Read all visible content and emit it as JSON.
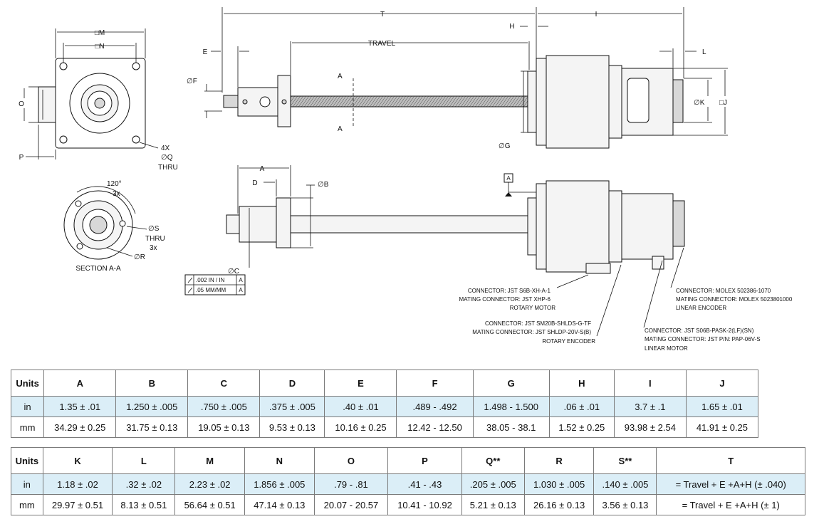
{
  "drawing": {
    "front_view": {
      "m": "□M",
      "n": "□N",
      "o": "O",
      "p": "P",
      "hole_note": [
        "4X",
        "∅Q",
        "THRU"
      ]
    },
    "section": {
      "angle": "120°",
      "count": "3x",
      "s": "∅S",
      "thru": "THRU",
      "count2": "3x",
      "r": "∅R",
      "caption": "SECTION A-A"
    },
    "side_view": {
      "t": "T",
      "i": "I",
      "h": "H",
      "e": "E",
      "l": "L",
      "travel": "TRAVEL",
      "f": "∅F",
      "g": "∅G",
      "k": "∅K",
      "j": "□J",
      "a_top": "A",
      "a_bottom": "A"
    },
    "bottom_view": {
      "a": "A",
      "d": "D",
      "b": "∅B",
      "c": "∅C",
      "datum": "A"
    },
    "tolerance": [
      {
        "value": ".002 IN / IN",
        "ref": "A"
      },
      {
        "value": ".05 MM/MM",
        "ref": "A"
      }
    ],
    "connectors": [
      {
        "lines": [
          "CONNECTOR: JST S6B-XH-A-1",
          "MATING CONNECTOR: JST XHP-6",
          "ROTARY MOTOR"
        ]
      },
      {
        "lines": [
          "CONNECTOR: JST SM20B-SHLDS-G-TF",
          "MATING CONNECTOR: JST SHLDP-20V-S(B)",
          "ROTARY ENCODER"
        ]
      },
      {
        "lines": [
          "CONNECTOR:  MOLEX 502386-1070",
          "MATING CONNECTOR: MOLEX 5023801000",
          "LINEAR ENCODER"
        ]
      },
      {
        "lines": [
          "CONNECTOR: JST S06B-PASK-2(LF)(SN)",
          "MATING CONNECTOR: JST P/N: PAP-06V-S",
          "LINEAR MOTOR"
        ]
      }
    ]
  },
  "table1": {
    "headers": [
      "Units",
      "A",
      "B",
      "C",
      "D",
      "E",
      "F",
      "G",
      "H",
      "I",
      "J"
    ],
    "rows": [
      [
        "in",
        "1.35 ± .01",
        "1.250 ± .005",
        ".750 ± .005",
        ".375 ± .005",
        ".40 ± .01",
        ".489 - .492",
        "1.498 - 1.500",
        ".06 ± .01",
        "3.7 ± .1",
        "1.65 ± .01"
      ],
      [
        "mm",
        "34.29 ± 0.25",
        "31.75 ± 0.13",
        "19.05 ± 0.13",
        "9.53 ± 0.13",
        "10.16 ± 0.25",
        "12.42 - 12.50",
        "38.05 - 38.1",
        "1.52 ± 0.25",
        "93.98 ± 2.54",
        "41.91 ± 0.25"
      ]
    ]
  },
  "table2": {
    "headers": [
      "Units",
      "K",
      "L",
      "M",
      "N",
      "O",
      "P",
      "Q**",
      "R",
      "S**",
      "T"
    ],
    "rows": [
      [
        "in",
        "1.18 ± .02",
        ".32 ± .02",
        "2.23 ± .02",
        "1.856 ± .005",
        ".79 - .81",
        ".41 - .43",
        ".205 ± .005",
        "1.030 ± .005",
        ".140 ± .005",
        "= Travel + E +A+H (± .040)"
      ],
      [
        "mm",
        "29.97 ± 0.51",
        "8.13 ± 0.51",
        "56.64 ± 0.51",
        "47.14 ± 0.13",
        "20.07 - 20.57",
        "10.41 - 10.92",
        "5.21 ± 0.13",
        "26.16 ± 0.13",
        "3.56 ± 0.13",
        "= Travel + E +A+H (± 1)"
      ]
    ]
  }
}
